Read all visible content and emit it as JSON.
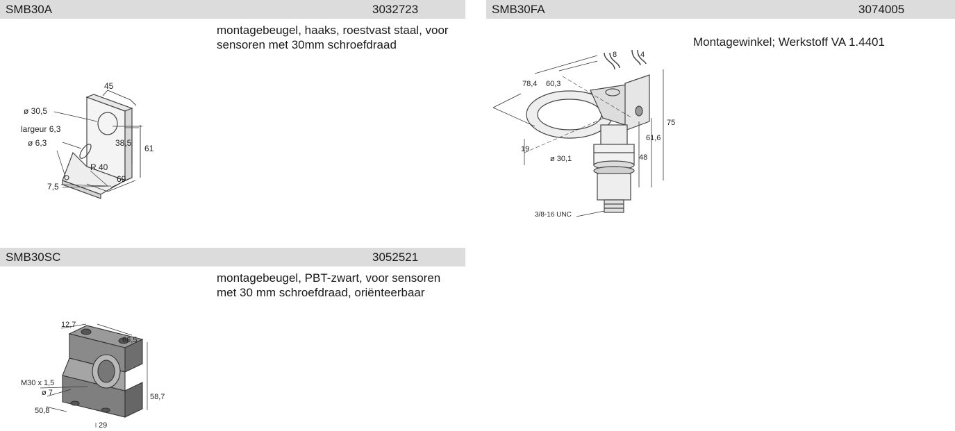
{
  "products": [
    {
      "name": "SMB30A",
      "number": "3032723",
      "description": "montagebeugel, haaks, roestvast staal, voor sensoren met 30mm schroefdraad",
      "drawing_labels": [
        "45",
        "ø 30,5",
        "largeur 6,3",
        "ø 6,3",
        "38,5",
        "61",
        "R 40",
        "7,5",
        "69"
      ]
    },
    {
      "name": "SMB30FA",
      "number": "3074005",
      "description": "Montagewinkel; Werkstoff VA 1.4401",
      "drawing_labels": [
        "8",
        "4",
        "78,4",
        "60,3",
        "75",
        "61,6",
        "48",
        "19",
        "ø 30,1",
        "3/8-16 UNC"
      ]
    },
    {
      "name": "SMB30SC",
      "number": "3052521",
      "description": "montagebeugel, PBT-zwart, voor sensoren met 30 mm schroefdraad, oriënteerbaar",
      "drawing_labels": [
        "12,7",
        "66,5",
        "M30 x 1,5",
        "ø 7",
        "58,7",
        "50,8",
        "29"
      ]
    }
  ]
}
